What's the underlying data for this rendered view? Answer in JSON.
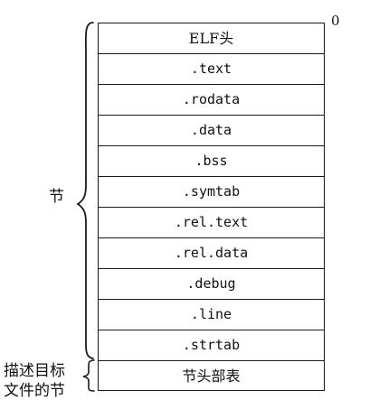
{
  "offset_label": "0",
  "cells": [
    {
      "label": "ELF头",
      "style": "serif"
    },
    {
      "label": ".text",
      "style": "mono"
    },
    {
      "label": ".rodata",
      "style": "mono"
    },
    {
      "label": ".data",
      "style": "mono"
    },
    {
      "label": ".bss",
      "style": "mono"
    },
    {
      "label": ".symtab",
      "style": "mono"
    },
    {
      "label": ".rel.text",
      "style": "mono"
    },
    {
      "label": ".rel.data",
      "style": "mono"
    },
    {
      "label": ".debug",
      "style": "mono"
    },
    {
      "label": ".line",
      "style": "mono"
    },
    {
      "label": ".strtab",
      "style": "mono"
    },
    {
      "label": "节头部表",
      "style": "cjk"
    }
  ],
  "brace_labels": {
    "sections": "节",
    "section_header_table_line1": "描述目标",
    "section_header_table_line2": "文件的节"
  }
}
